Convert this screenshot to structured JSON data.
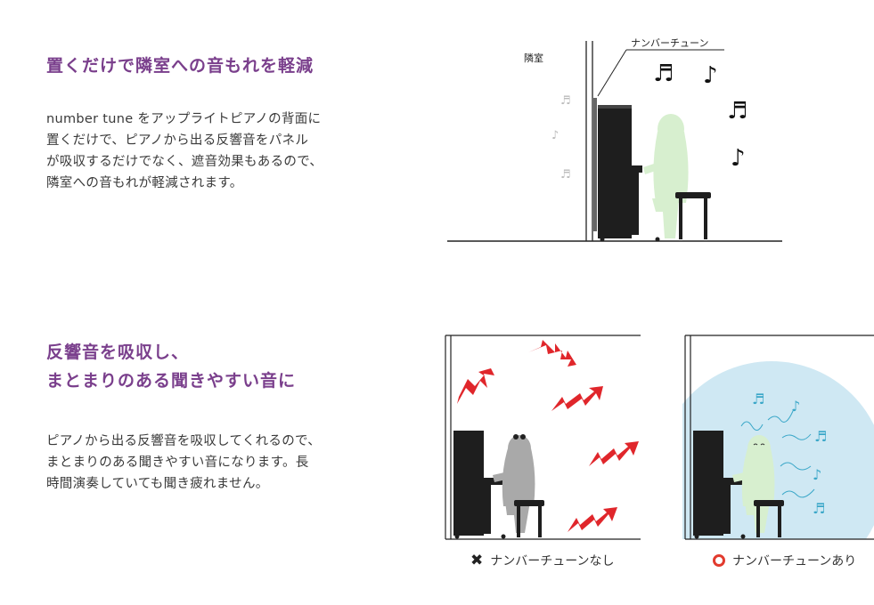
{
  "section1": {
    "heading": "置くだけで隣室への音もれを軽減",
    "body_lines": [
      "number tune をアップライトピアノの背面に",
      "置くだけで、ピアノから出る反響音をパネル",
      "が吸収するだけでなく、遮音効果もあるので、",
      "隣室への音もれが軽減されます。"
    ],
    "diagram": {
      "room_label": "隣室",
      "panel_label": "ナンバーチューン"
    }
  },
  "section2": {
    "heading_lines": [
      "反響音を吸収し、",
      "まとまりのある聞きやすい音に"
    ],
    "body_lines": [
      "ピアノから出る反響音を吸収してくれるので、",
      "まとまりのある聞きやすい音になります。長",
      "時間演奏していても聞き疲れません。"
    ],
    "caption_without": "ナンバーチューンなし",
    "caption_with": "ナンバーチューンあり"
  },
  "icons": {
    "cross": "✖",
    "circle": "circle-outline-icon",
    "note_single": "♪",
    "note_double": "♬"
  },
  "colors": {
    "heading": "#7a3f8c",
    "arrow_red": "#e0262b",
    "absorb_blue": "#cfe8f3",
    "note_blue": "#3aa7c8",
    "figure_green": "#d7efcf",
    "figure_gray": "#a9a9a9",
    "piano": "#1e1e1e"
  }
}
